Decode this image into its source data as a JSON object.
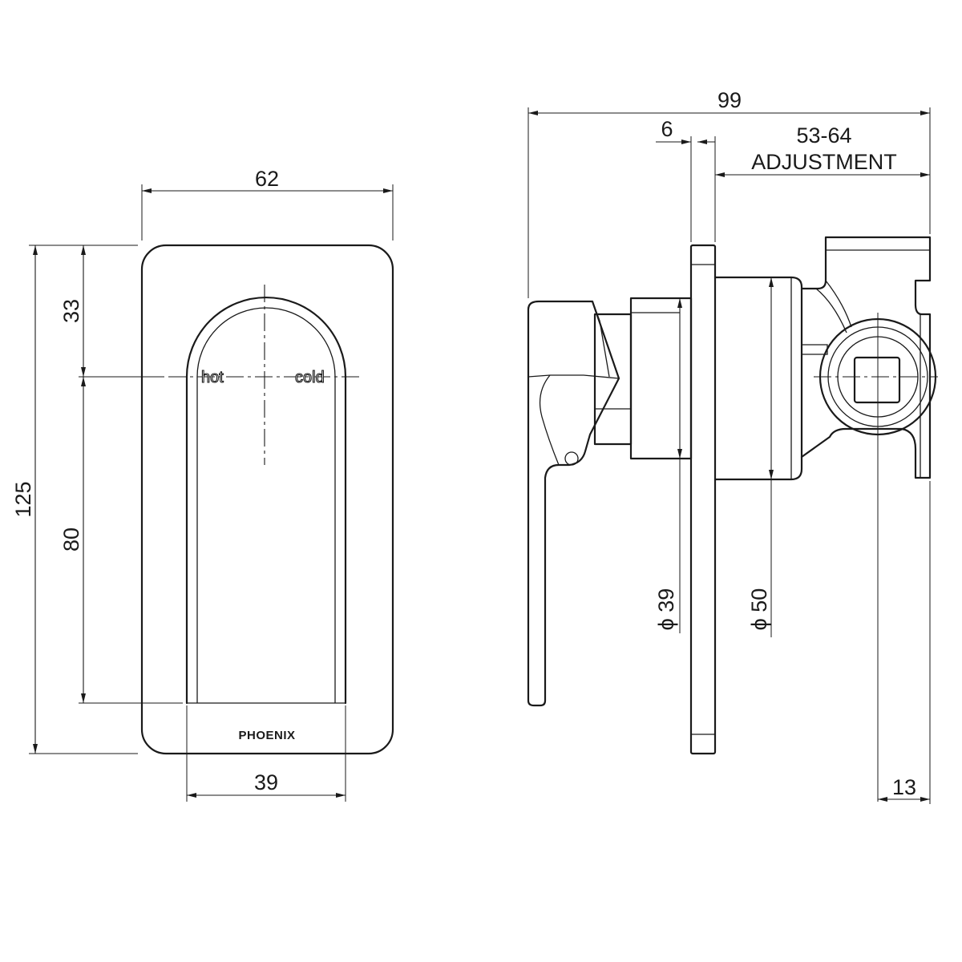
{
  "front_view": {
    "dim_width": "62",
    "dim_height": "125",
    "dim_top": "33",
    "dim_lower": "80",
    "dim_bottom": "39",
    "label_hot": "hot",
    "label_cold": "cold",
    "brand": "PHOENIX"
  },
  "side_view": {
    "dim_depth": "99",
    "dim_plate": "6",
    "dim_adjust_range": "53-64",
    "dim_adjust_label": "ADJUSTMENT",
    "dim_dia_39": "ϕ 39",
    "dim_dia_50": "ϕ 50",
    "dim_offset": "13"
  }
}
